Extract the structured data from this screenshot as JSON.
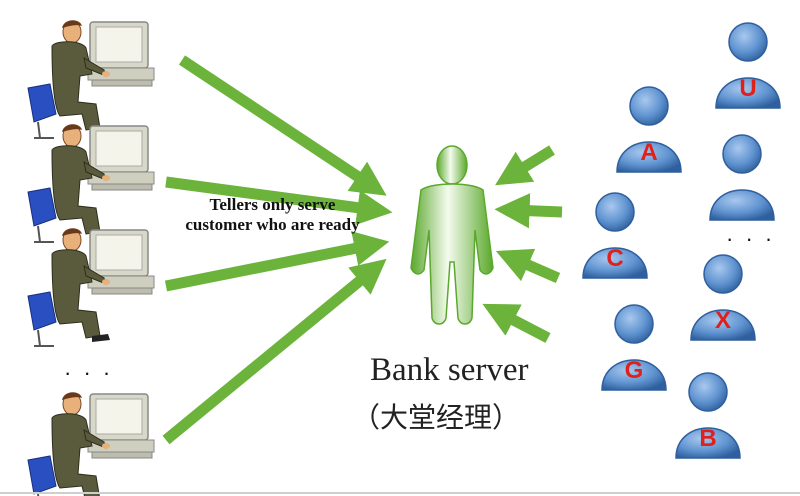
{
  "caption": {
    "line1": "Tellers only serve",
    "line2": "customer who are ready"
  },
  "bank_server": {
    "title": "Bank server",
    "subtitle": "（大堂经理）"
  },
  "tellers": {
    "ellipsis": "· · ·"
  },
  "customers": {
    "labels": [
      "U",
      "A",
      "C",
      "X",
      "G",
      "B"
    ],
    "ellipsis": "· · ·"
  },
  "colors": {
    "arrow": "#6bb33a",
    "customer_body": "#5f93d0",
    "customer_label": "#e0201b",
    "server_figure": "#7cc04a",
    "teller_suit": "#5a5a3c",
    "teller_chair": "#2a4fc0",
    "computer": "#d8d8c8"
  }
}
